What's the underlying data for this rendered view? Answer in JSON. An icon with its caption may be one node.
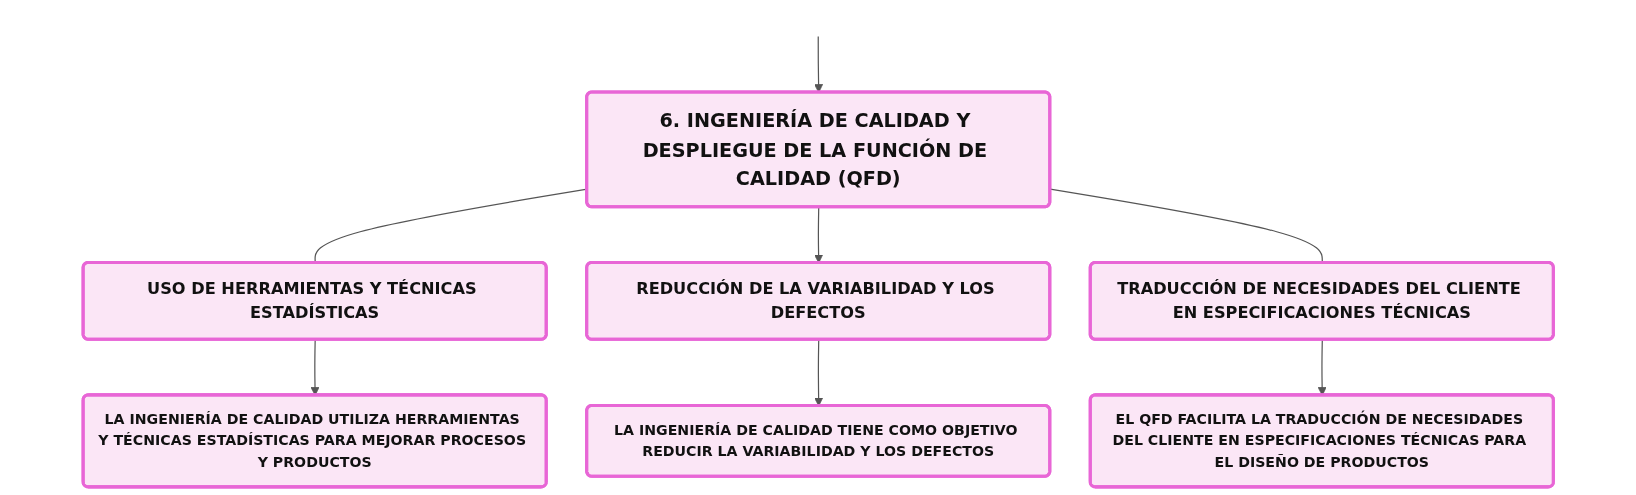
{
  "diagram": {
    "nodes": [
      {
        "text": [
          "6. INGENIERÍA DE CALIDAD Y DESPLIEGUE DE LA FUNCIÓN DE CALIDAD (QFD)"
        ]
      },
      {
        "text": [
          "USO DE HERRAMIENTAS Y TÉCNICAS ESTADÍSTICAS"
        ]
      },
      {
        "text": [
          "REDUCCIÓN DE LA VARIABILIDAD Y LOS DEFECTOS"
        ]
      },
      {
        "text": [
          "TRADUCCIÓN DE NECESIDADES DEL CLIENTE EN ESPECIFICACIONES TÉCNICAS"
        ]
      },
      {
        "text": [
          "LA INGENIERÍA DE CALIDAD UTILIZA HERRAMIENTAS Y TÉCNICAS ESTADÍSTICAS PARA MEJORAR PROCESOS Y PRODUCTOS"
        ]
      },
      {
        "text": [
          "LA INGENIERÍA DE CALIDAD TIENE COMO OBJETIVO REDUCIR LA VARIABILIDAD Y LOS DEFECTOS"
        ]
      },
      {
        "text": [
          "EL QFD FACILITA LA TRADUCCIÓN DE NECESIDADES DEL CLIENTE EN ESPECIFICACIONES TÉCNICAS PARA EL DISEÑO DE PRODUCTOS"
        ]
      }
    ],
    "edges": [
      {
        "from": null,
        "to": 0,
        "arrow": "to"
      },
      {
        "from": 0,
        "to": 1,
        "arrow": "none"
      },
      {
        "from": 0,
        "to": 2,
        "arrow": "to"
      },
      {
        "from": 0,
        "to": 3,
        "arrow": "none"
      },
      {
        "from": 1,
        "to": 4,
        "arrow": "to"
      },
      {
        "from": 2,
        "to": 5,
        "arrow": "to"
      },
      {
        "from": 3,
        "to": 6,
        "arrow": "to"
      }
    ]
  }
}
